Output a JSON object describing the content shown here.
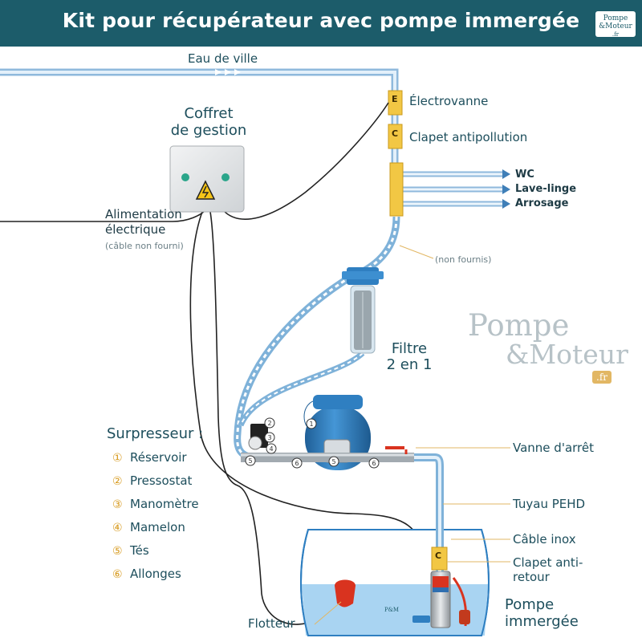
{
  "header": {
    "title": "Kit pour récupérateur avec pompe immergée",
    "logo_line1": "Pompe",
    "logo_line2": "&Moteur",
    "logo_line3": ".fr"
  },
  "labels": {
    "eau_de_ville": "Eau de ville",
    "electrovanne": "Électrovanne",
    "clapet_antipollution": "Clapet antipollution",
    "coffret_line1": "Coffret",
    "coffret_line2": "de gestion",
    "wc": "WC",
    "lave_linge": "Lave-linge",
    "arrosage": "Arrosage",
    "alimentation_line1": "Alimentation",
    "alimentation_line2": "électrique",
    "cable_non_fourni": "(câble non fourni)",
    "non_fournis": "(non fournis)",
    "filtre_line1": "Filtre",
    "filtre_line2": "2 en 1",
    "vanne_arret": "Vanne d'arrêt",
    "tuyau_pehd": "Tuyau PEHD",
    "cable_inox": "Câble inox",
    "clapet_anti_line1": "Clapet anti-",
    "clapet_anti_line2": "retour",
    "pompe_line1": "Pompe",
    "pompe_line2": "immergée",
    "flotteur": "Flotteur",
    "letter_e": "E",
    "letter_c": "C"
  },
  "surpresseur": {
    "title": "Surpresseur :",
    "items": [
      {
        "num": "①",
        "label": "Réservoir"
      },
      {
        "num": "②",
        "label": "Pressostat"
      },
      {
        "num": "③",
        "label": "Manomètre"
      },
      {
        "num": "④",
        "label": "Mamelon"
      },
      {
        "num": "⑤",
        "label": "Tés"
      },
      {
        "num": "⑥",
        "label": "Allonges"
      }
    ]
  },
  "watermark": {
    "line1": "Pompe",
    "line2": "&Moteur",
    "suffix": ".fr"
  },
  "colors": {
    "header_bg": "#1c5c6a",
    "label_text": "#1d4e5c",
    "accent_yellow": "#f2c744",
    "tank_blue": "#2f7fc1",
    "water_blue": "#a9d4f2",
    "pipe_blue": "#7fb2d9"
  }
}
